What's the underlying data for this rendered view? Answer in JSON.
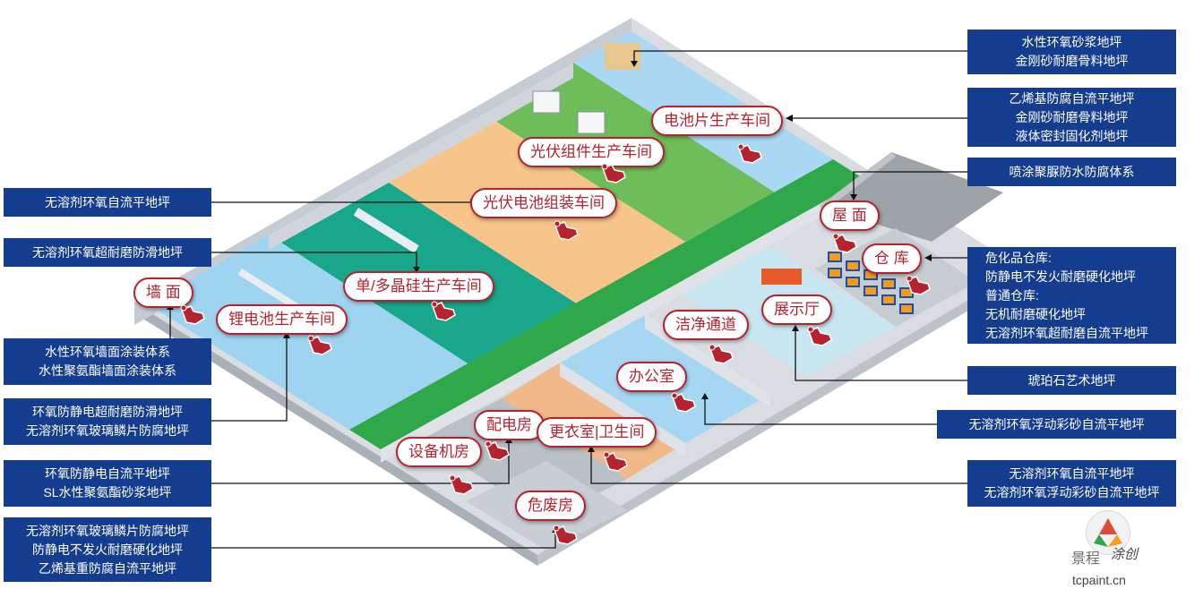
{
  "room_tags": {
    "battery_sheet": "电池片生产车间",
    "pv_module": "光伏组件生产车间",
    "pv_cell": "光伏电池组装车间",
    "roof": "屋 面",
    "warehouse": "仓 库",
    "silicon": "单/多晶硅生产车间",
    "wall": "墙 面",
    "lithium": "锂电池生产车间",
    "corridor": "洁净通道",
    "showroom": "展示厅",
    "office": "办公室",
    "power_room": "配电房",
    "locker": "更衣室|卫生间",
    "equipment": "设备机房",
    "hazard": "危废房"
  },
  "info_boxes_right": {
    "box1": [
      "水性环氧砂浆地坪",
      "金刚砂耐磨骨料地坪"
    ],
    "box2": [
      "乙烯基防腐自流平地坪",
      "金刚砂耐磨骨料地坪",
      "液体密封固化剂地坪"
    ],
    "box3": [
      "喷涂聚脲防水防腐体系"
    ],
    "box4": [
      "危化品仓库:",
      "防静电不发火耐磨硬化地坪",
      "普通仓库:",
      "无机耐磨硬化地坪",
      "无溶剂环氧超耐磨自流平地坪"
    ],
    "box5": [
      "琥珀石艺术地坪"
    ],
    "box6": [
      "无溶剂环氧浮动彩砂自流平地坪"
    ],
    "box7": [
      "无溶剂环氧自流平地坪",
      "无溶剂环氧浮动彩砂自流平地坪"
    ]
  },
  "info_boxes_left": {
    "box1": [
      "无溶剂环氧自流平地坪"
    ],
    "box2": [
      "无溶剂环氧超耐磨防滑地坪"
    ],
    "box3": [
      "水性环氧墙面涂装体系",
      "水性聚氨酯墙面涂装体系"
    ],
    "box4": [
      "环氧防静电超耐磨防滑地坪",
      "无溶剂环氧玻璃鳞片防腐地坪"
    ],
    "box5": [
      "环氧防静电自流平地坪",
      "SL水性聚氨酯砂浆地坪"
    ],
    "box6": [
      "无溶剂环氧玻璃鳞片防腐地坪",
      "防静电不发火耐磨硬化地坪",
      "乙烯基重防腐自流平地坪"
    ]
  },
  "logo": {
    "brand": "景程",
    "brand2": "涂创",
    "site": "tcpaint.cn"
  },
  "colors": {
    "box": "#143d8f",
    "tag": "#b5232f",
    "green": "#2fa84a",
    "sky": "#9fd4f0",
    "teal": "#1aa38c",
    "orange": "#f7c58a"
  }
}
